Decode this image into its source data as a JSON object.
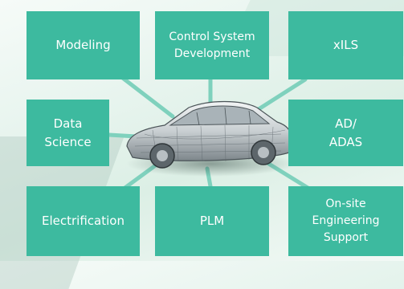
{
  "diagram": {
    "hub": {
      "image": "car-wireframe",
      "accent": "#3dba9f"
    },
    "nodes": {
      "modeling": "Modeling",
      "control_system_development": "Control System\nDevelopment",
      "xils": "xILS",
      "data_science": "Data\nScience",
      "ad_adas": "AD/\nADAS",
      "electrification": "Electrification",
      "plm": "PLM",
      "onsite_support": "On-site\nEngineering\nSupport"
    }
  }
}
